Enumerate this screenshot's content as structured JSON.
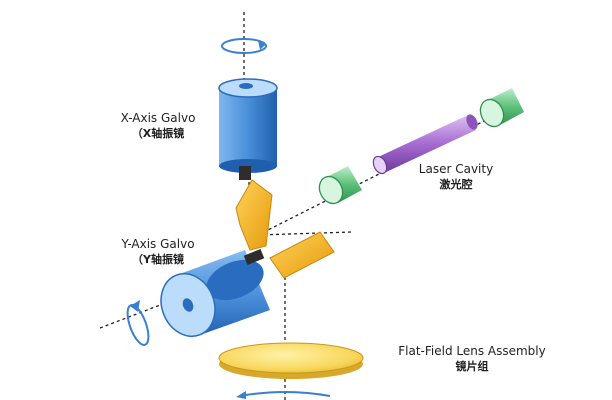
{
  "labels": {
    "x_galvo": {
      "en": "X-Axis Galvo",
      "cn": "（X轴振镜"
    },
    "y_galvo": {
      "en": "Y-Axis Galvo",
      "cn": "（Y轴振镜"
    },
    "laser": {
      "en": "Laser Cavity",
      "cn": "激光腔"
    },
    "lens": {
      "en": "Flat-Field Lens Assembly",
      "cn": "镜片组"
    }
  },
  "colors": {
    "galvo_blue": "#4a8fd9",
    "mirror_orange": "#f2b21a",
    "laser_green": "#5cc07a",
    "laser_purple": "#a66bd1",
    "lens_yellow": "#f7d65a",
    "arrow_blue": "#3a7fd0"
  }
}
